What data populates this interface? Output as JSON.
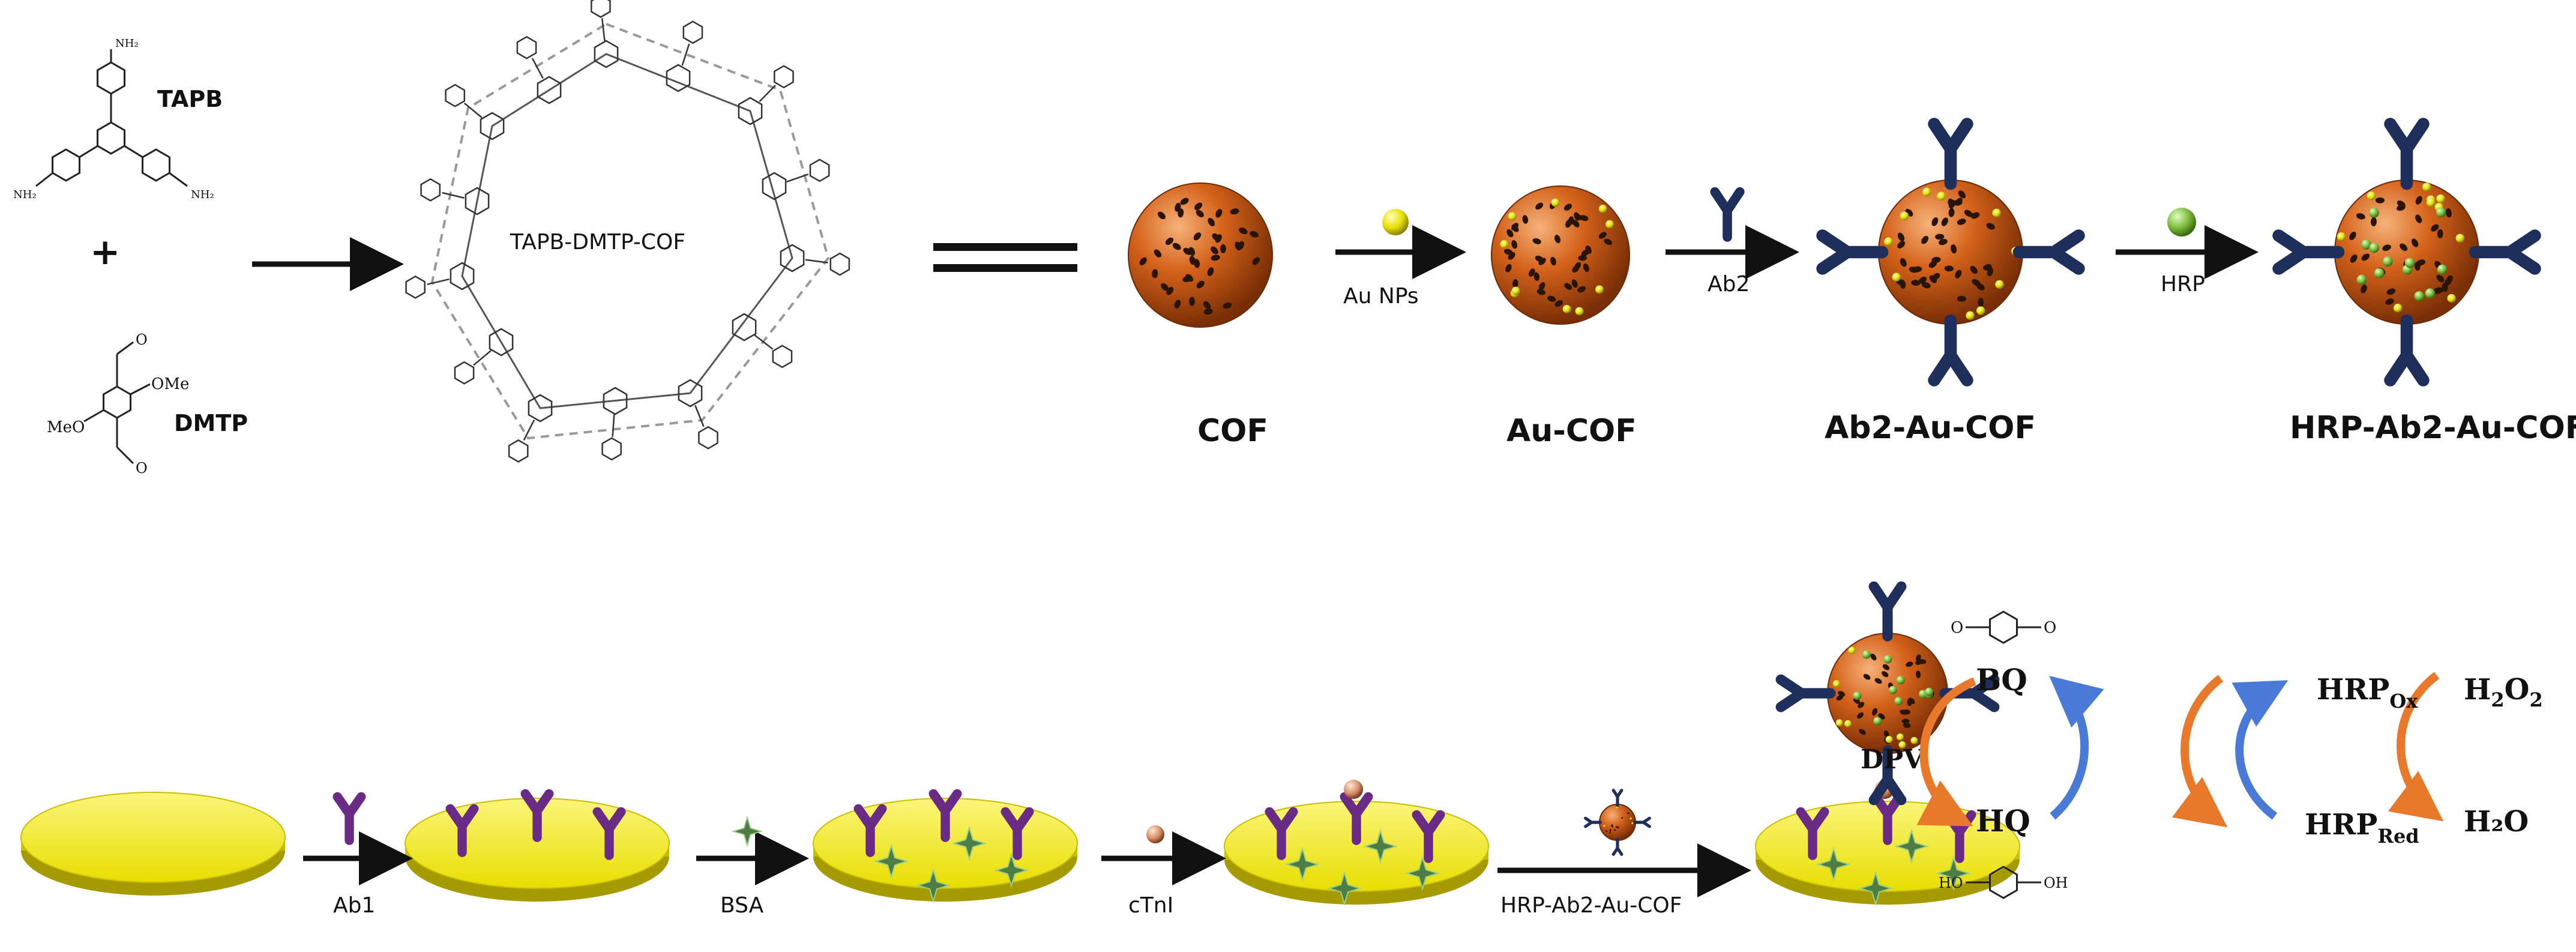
{
  "reagents": {
    "tapb": "TAPB",
    "dmtp": "DMTP",
    "plus": "+",
    "nh2": "NH₂",
    "ome": "OMe",
    "meo": "MeO",
    "o": "O",
    "ho": "HO",
    "oh": "OH"
  },
  "framework": {
    "label": "TAPB-DMTP-COF"
  },
  "top_row": {
    "stages": [
      "COF",
      "Au-COF",
      "Ab2-Au-COF",
      "HRP-Ab2-Au-COF"
    ],
    "arrow_labels": [
      "Au NPs",
      "Ab2",
      "HRP"
    ]
  },
  "bottom_row": {
    "arrow_labels": [
      "Ab1",
      "BSA",
      "cTnI",
      "HRP-Ab2-Au-COF"
    ]
  },
  "cycle": {
    "dpv": "DPV",
    "bq": "BQ",
    "hq": "HQ",
    "hrp": "HRP",
    "ox_sub": "Ox",
    "red_sub": "Red",
    "h2o2_main": "H",
    "h2o2_sub": "2",
    "h2o2_o": "O",
    "h2o2_sub2": "2",
    "h2o": "H₂O"
  },
  "colors": {
    "cof_sphere": "#d4621a",
    "gold_np": "#e8e000",
    "antibody_dark": "#1f2f5c",
    "antibody_purple": "#6a2b86",
    "electrode": "#f0e800",
    "bsa_green": "#5a8a4a",
    "arrow_orange": "#e8782a",
    "arrow_blue": "#4a7ad8"
  }
}
